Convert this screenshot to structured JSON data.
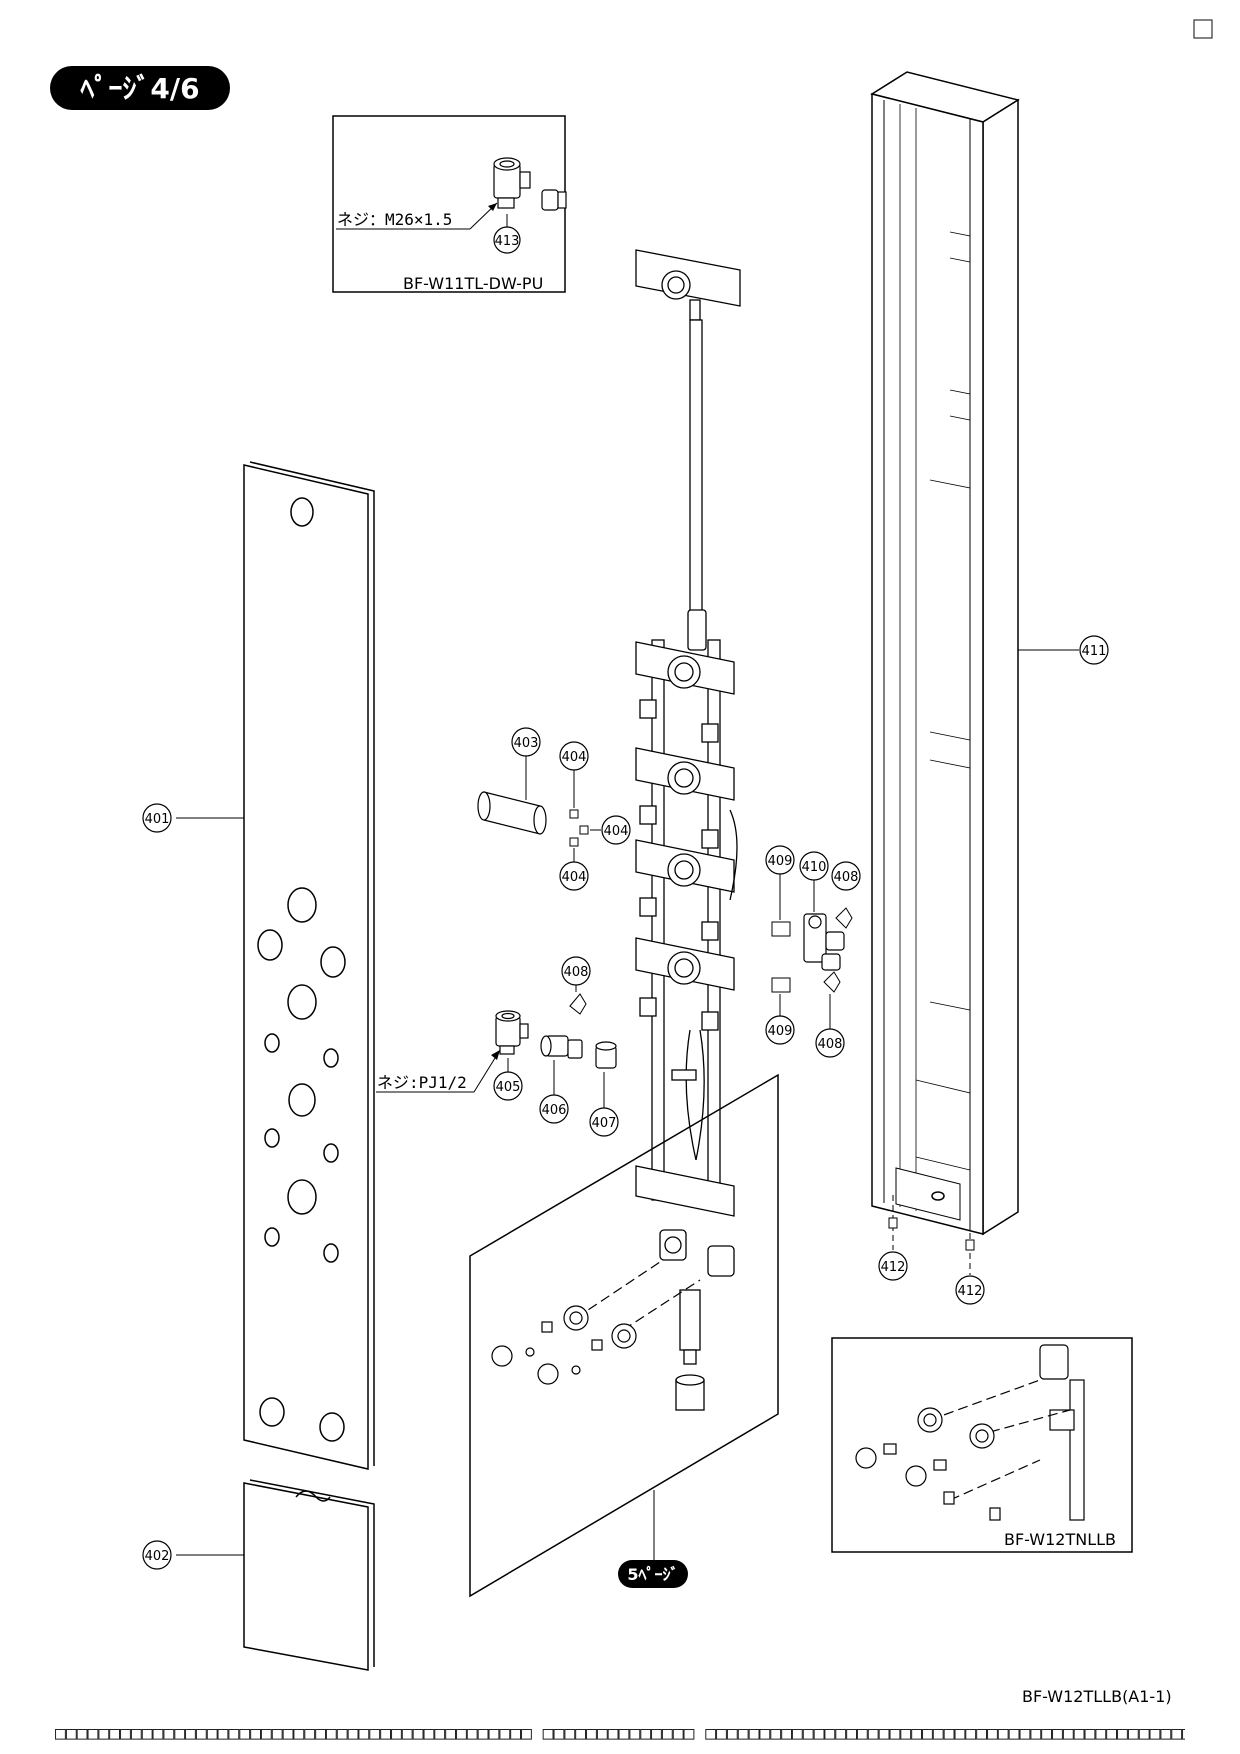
{
  "page_badge": "ﾍﾟｰｼﾞ4/6",
  "corner_box": "",
  "inset_top": {
    "model": "BF-W11TL-DW-PU",
    "callout_text": "ネジ：M26×1.5",
    "part": "413"
  },
  "inset_bottom": {
    "model": "BF-W12TNLLB"
  },
  "main_callout_text": "ネジ:PJ1/2",
  "page_ref_badge": "5ﾍﾟｰｼﾞ",
  "document_code": "BF-W12TLLB(A1-1)",
  "parts": {
    "p401": "401",
    "p402": "402",
    "p403": "403",
    "p404a": "404",
    "p404b": "404",
    "p404c": "404",
    "p405": "405",
    "p406": "406",
    "p407": "407",
    "p408a": "408",
    "p408b": "408",
    "p408c": "408",
    "p409a": "409",
    "p409b": "409",
    "p410": "410",
    "p411": "411",
    "p412a": "412",
    "p412b": "412"
  },
  "footer_band": "□□□□□□□□□□□□□□□□□□□□□□□□□□□□□□□□□□□□□□□□□□□□ □□□□□□□□□□□□□□ □□□□□□□□□□□□□□□□□□□□□□□□□□□□□□□□□□□□□□□□□□□□□□□□"
}
